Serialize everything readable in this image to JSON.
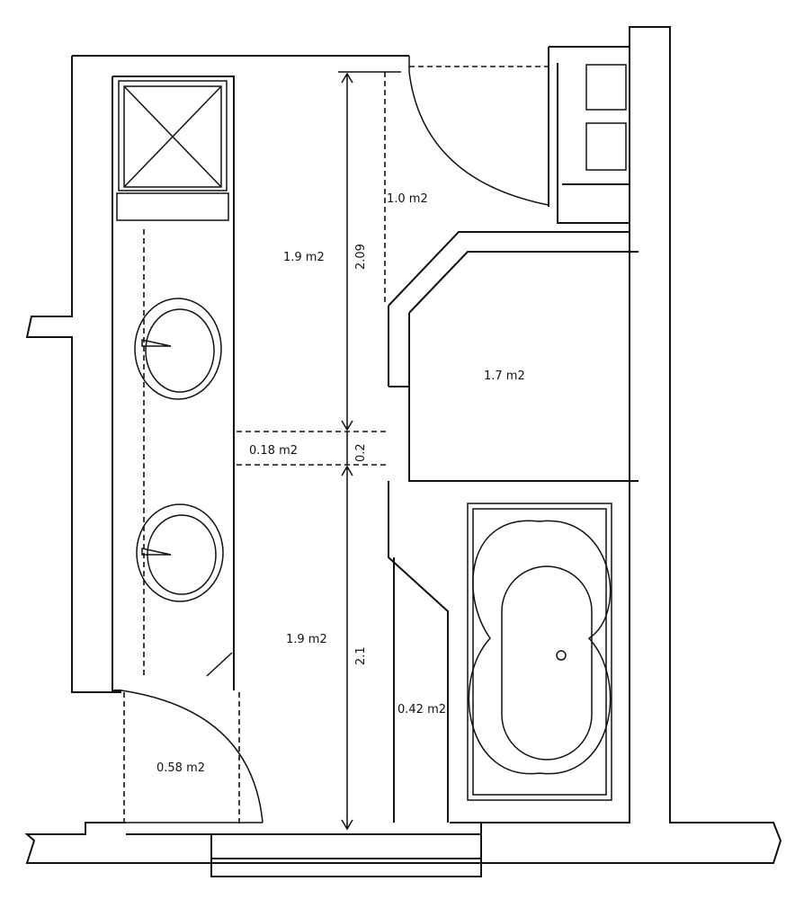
{
  "title": "Bathroom floor plan",
  "areas": {
    "entry_top": "1.0 m2",
    "corridor_top": "1.9 m2",
    "shower_room": "1.7 m2",
    "strip": "0.18 m2",
    "corridor_bottom": "1.9 m2",
    "side_strip": "0.42 m2",
    "door_zone": "0.58 m2"
  },
  "dimensions": {
    "top_length": "2.09",
    "gap": "0.2",
    "bottom_length": "2.1"
  }
}
